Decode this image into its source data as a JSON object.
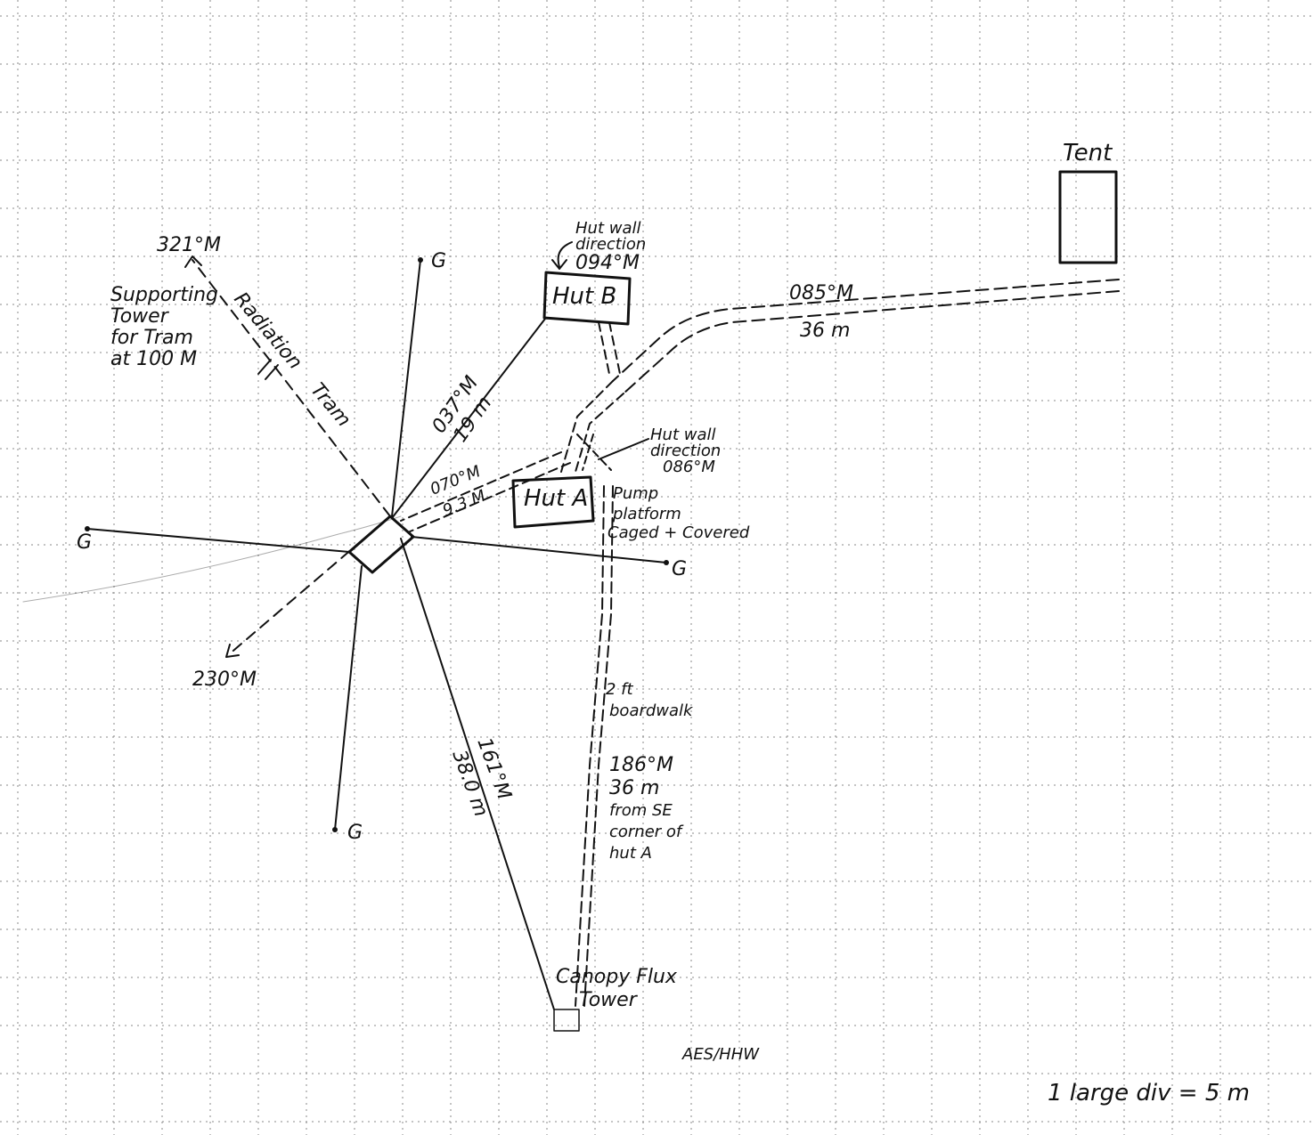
{
  "labels": {
    "tent": "Tent",
    "hut_b": "Hut B",
    "hut_a": "Hut A",
    "hut_b_wall_1": "Hut wall",
    "hut_b_wall_2": "direction",
    "hut_b_wall_3": "094°M",
    "hut_a_wall_1": "Hut wall",
    "hut_a_wall_2": "direction",
    "hut_a_wall_3": "086°M",
    "bearing_085": "085°M",
    "dist_36": "36 m",
    "bearing_321": "321°M",
    "supporting_1": "Supporting",
    "supporting_2": "Tower",
    "supporting_3": "for Tram",
    "supporting_4": "at 100 M",
    "radiation_tram_1": "Radiation",
    "radiation_tram_2": "Tram",
    "bearing_037": "037°M",
    "dist_19": "19 m",
    "bearing_070": "070°M",
    "dist_93": "9.3 M",
    "pump_1": "Pump",
    "pump_2": "platform",
    "pump_3": "Caged + Covered",
    "g_north": "G",
    "g_west": "G",
    "g_east": "G",
    "g_south": "G",
    "bearing_230": "230°M",
    "boardwalk_1": "2 ft",
    "boardwalk_2": "boardwalk",
    "bearing_186": "186°M",
    "dist_36b": "36 m",
    "from_1": "from SE",
    "from_2": "corner of",
    "from_3": "hut A",
    "bearing_161": "161°M",
    "dist_38": "38.0 m",
    "canopy_1": "Canopy Flux",
    "canopy_2": "Tower",
    "initials": "AES/HHW",
    "scale": "1 large div = 5 m"
  }
}
